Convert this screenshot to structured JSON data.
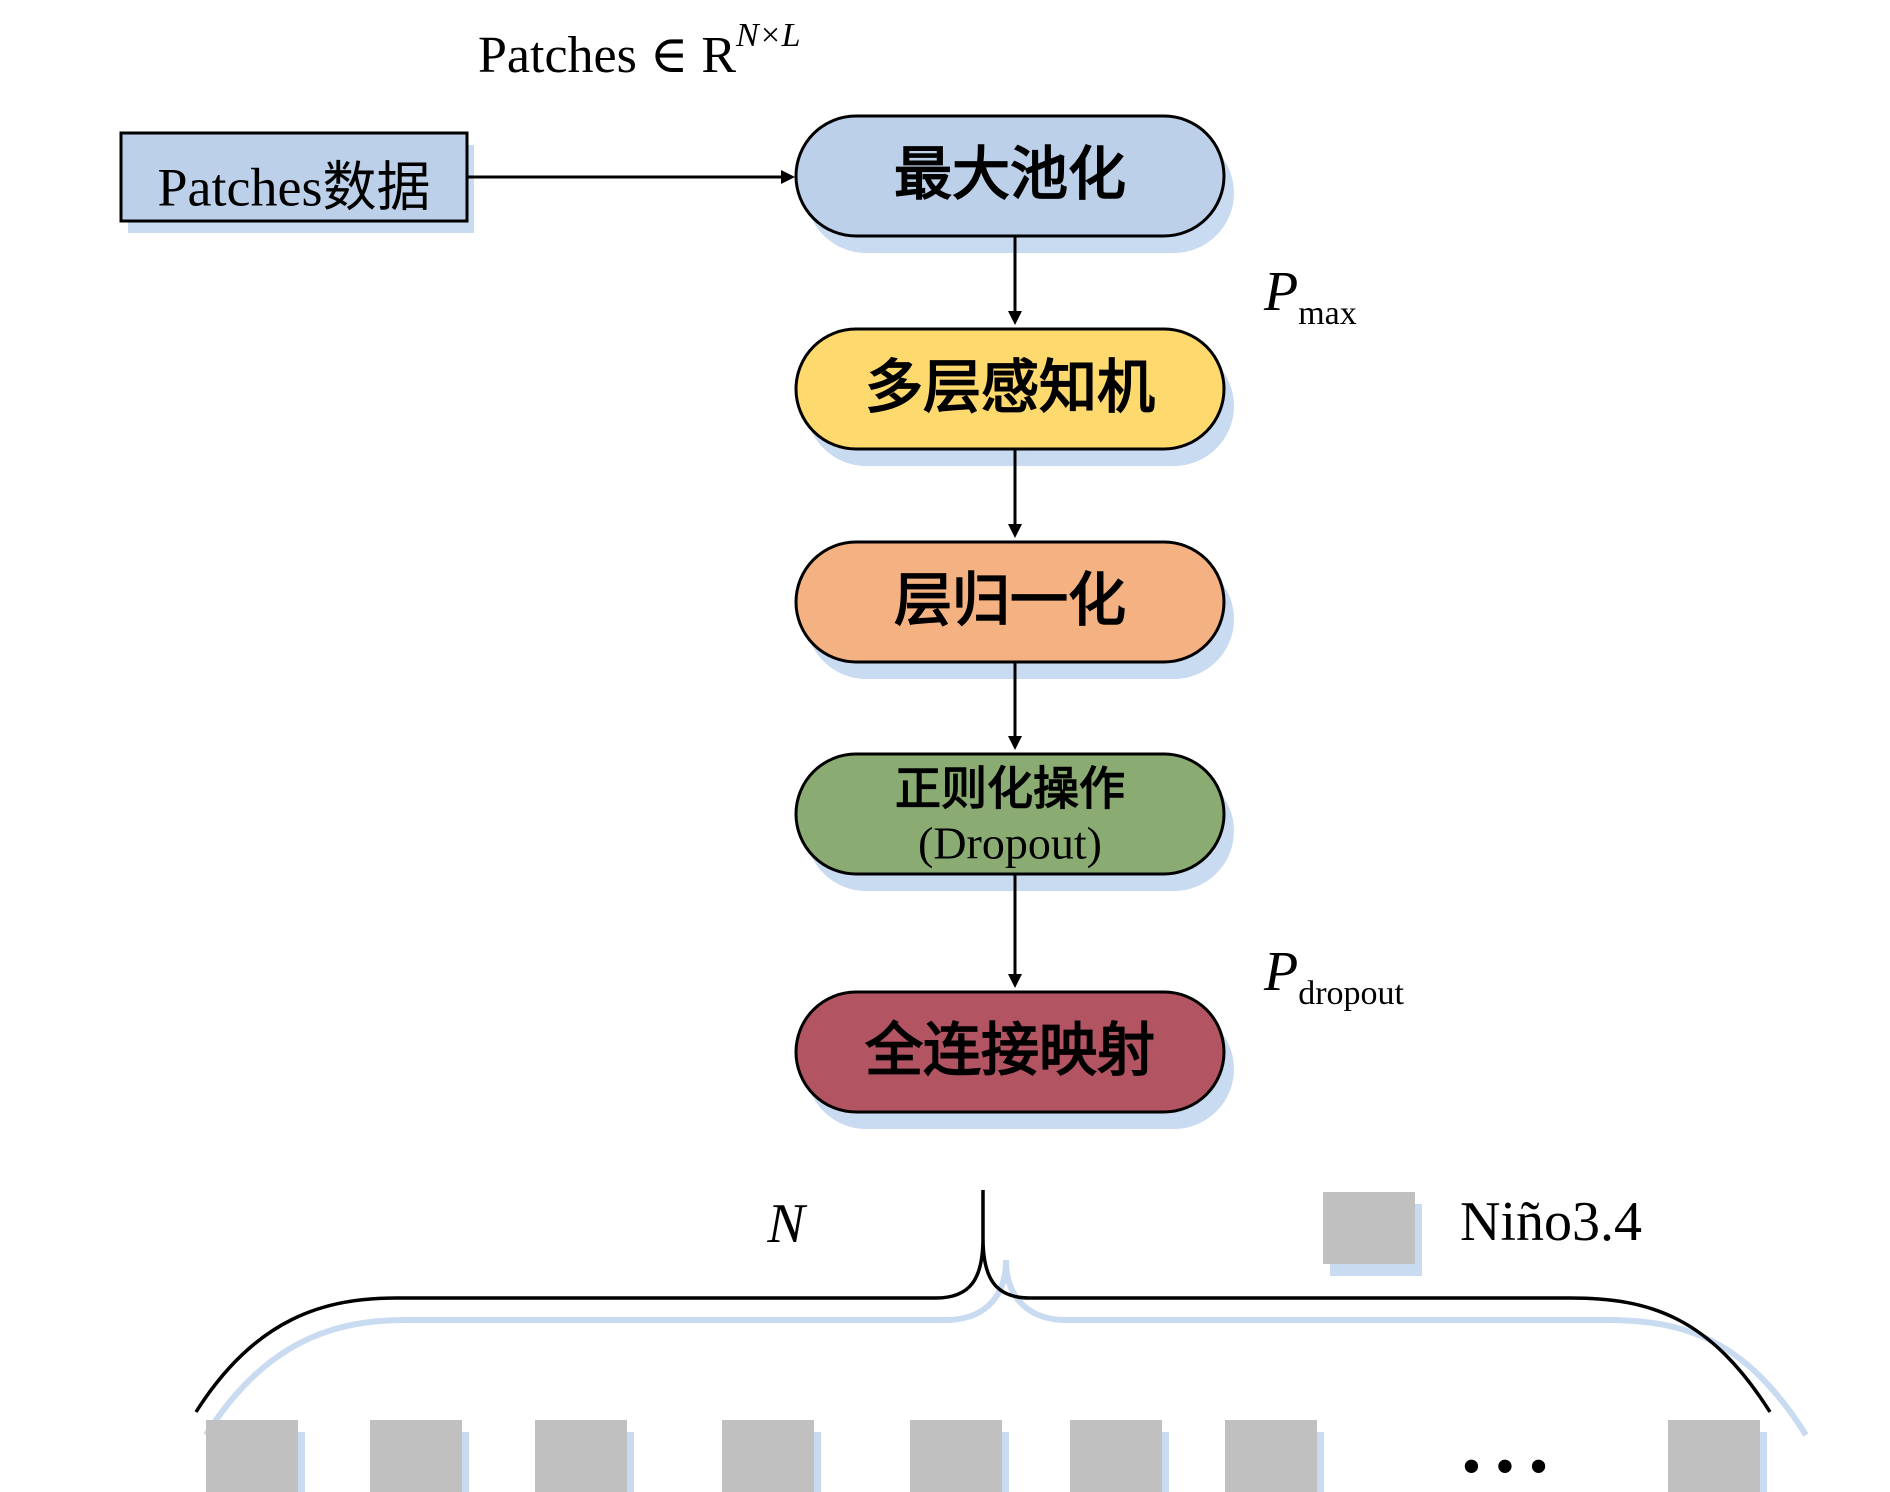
{
  "title": {
    "text": "Patches ∈ R",
    "superscript": "N×L"
  },
  "input": {
    "label": "Patches数据"
  },
  "nodes": [
    {
      "label": "最大池化",
      "line2": "",
      "color": "#bdd0e9"
    },
    {
      "label": "多层感知机",
      "line2": "",
      "color": "#fdd96e"
    },
    {
      "label": "层归一化",
      "line2": "",
      "color": "#f4b283"
    },
    {
      "label": "正则化操作",
      "line2": "(Dropout)",
      "color": "#8aac73"
    },
    {
      "label": "全连接映射",
      "line2": "",
      "color": "#b25462"
    }
  ],
  "annotations": {
    "p_max": {
      "main": "P",
      "sub": "max"
    },
    "p_dropout": {
      "main": "P",
      "sub": "dropout"
    }
  },
  "brace_label": "N",
  "legend": {
    "label": "Niño3.4",
    "color": "#c0c0c0"
  },
  "ellipsis": "• • •",
  "patch_count_shown": 8,
  "colors": {
    "shadow": "#c9dbf1",
    "stroke": "#000000",
    "patch": "#c0c0c0"
  }
}
